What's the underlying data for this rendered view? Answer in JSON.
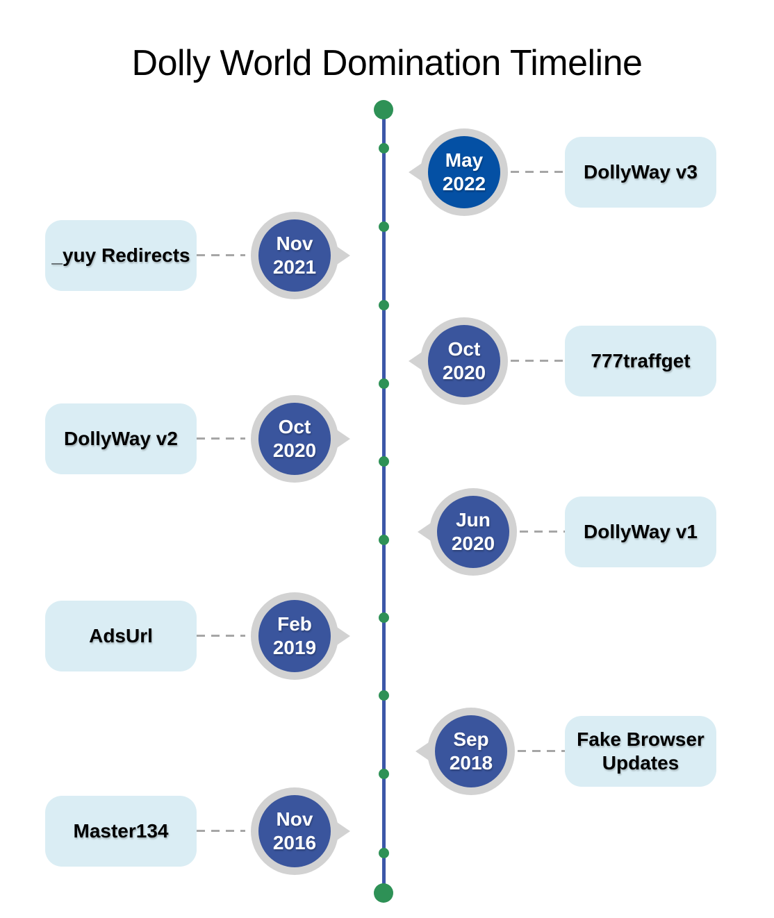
{
  "title": "Dolly World Domination Timeline",
  "colors": {
    "node_highlight": "#0450a4",
    "node_default": "#3a559d",
    "node_ring": "#d2d2d2",
    "label_bg": "#daedf4",
    "line": "#3c57a8",
    "dot": "#2e9156",
    "connector": "#a6a6a6"
  },
  "timeline": {
    "events": [
      {
        "month": "May",
        "year": "2022",
        "label": "DollyWay v3",
        "side": "right",
        "color": "#0450a4"
      },
      {
        "month": "Nov",
        "year": "2021",
        "label": "_yuy Redirects",
        "side": "left",
        "color": "#3a559d"
      },
      {
        "month": "Oct",
        "year": "2020",
        "label": "777traffget",
        "side": "right",
        "color": "#3a559d"
      },
      {
        "month": "Oct",
        "year": "2020",
        "label": "DollyWay v2",
        "side": "left",
        "color": "#3a559d"
      },
      {
        "month": "Jun",
        "year": "2020",
        "label": "DollyWay v1",
        "side": "right",
        "color": "#3a559d"
      },
      {
        "month": "Feb",
        "year": "2019",
        "label": "AdsUrl",
        "side": "left",
        "color": "#3a559d"
      },
      {
        "month": "Sep",
        "year": "2018",
        "label": "Fake Browser Updates",
        "side": "right",
        "color": "#3a559d"
      },
      {
        "month": "Nov",
        "year": "2016",
        "label": "Master134",
        "side": "left",
        "color": "#3a559d"
      }
    ]
  }
}
